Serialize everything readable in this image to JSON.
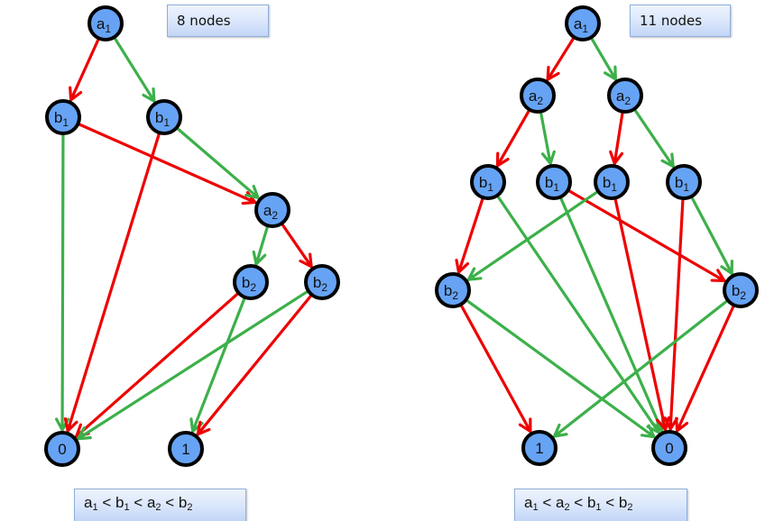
{
  "diagrams": [
    {
      "id": "left",
      "node_count_label": "8 nodes",
      "ordering": [
        {
          "var": "a",
          "sub": "1"
        },
        {
          "var": "b",
          "sub": "1"
        },
        {
          "var": "a",
          "sub": "2"
        },
        {
          "var": "b",
          "sub": "2"
        }
      ],
      "ordering_separator": "<",
      "nodes": [
        {
          "id": "a1",
          "var": "a",
          "sub": "1"
        },
        {
          "id": "b1L",
          "var": "b",
          "sub": "1"
        },
        {
          "id": "b1R",
          "var": "b",
          "sub": "1"
        },
        {
          "id": "a2",
          "var": "a",
          "sub": "2"
        },
        {
          "id": "b2L",
          "var": "b",
          "sub": "2"
        },
        {
          "id": "b2R",
          "var": "b",
          "sub": "2"
        },
        {
          "id": "t0",
          "var": "0",
          "sub": ""
        },
        {
          "id": "t1",
          "var": "1",
          "sub": ""
        }
      ],
      "edges": [
        {
          "from": "a1",
          "to": "b1L",
          "type": "low"
        },
        {
          "from": "a1",
          "to": "b1R",
          "type": "high"
        },
        {
          "from": "b1L",
          "to": "t0",
          "type": "high"
        },
        {
          "from": "b1L",
          "to": "a2",
          "type": "low"
        },
        {
          "from": "b1R",
          "to": "t0",
          "type": "low"
        },
        {
          "from": "b1R",
          "to": "a2",
          "type": "high"
        },
        {
          "from": "a2",
          "to": "b2L",
          "type": "high"
        },
        {
          "from": "a2",
          "to": "b2R",
          "type": "low"
        },
        {
          "from": "b2L",
          "to": "t0",
          "type": "low"
        },
        {
          "from": "b2L",
          "to": "t1",
          "type": "high"
        },
        {
          "from": "b2R",
          "to": "t0",
          "type": "high"
        },
        {
          "from": "b2R",
          "to": "t1",
          "type": "low"
        }
      ]
    },
    {
      "id": "right",
      "node_count_label": "11 nodes",
      "ordering": [
        {
          "var": "a",
          "sub": "1"
        },
        {
          "var": "a",
          "sub": "2"
        },
        {
          "var": "b",
          "sub": "1"
        },
        {
          "var": "b",
          "sub": "2"
        }
      ],
      "ordering_separator": "<",
      "nodes": [
        {
          "id": "a1",
          "var": "a",
          "sub": "1"
        },
        {
          "id": "a2L",
          "var": "a",
          "sub": "2"
        },
        {
          "id": "a2R",
          "var": "a",
          "sub": "2"
        },
        {
          "id": "b1A",
          "var": "b",
          "sub": "1"
        },
        {
          "id": "b1B",
          "var": "b",
          "sub": "1"
        },
        {
          "id": "b1C",
          "var": "b",
          "sub": "1"
        },
        {
          "id": "b1D",
          "var": "b",
          "sub": "1"
        },
        {
          "id": "b2L",
          "var": "b",
          "sub": "2"
        },
        {
          "id": "b2R",
          "var": "b",
          "sub": "2"
        },
        {
          "id": "t1",
          "var": "1",
          "sub": ""
        },
        {
          "id": "t0",
          "var": "0",
          "sub": ""
        }
      ],
      "edges": [
        {
          "from": "a1",
          "to": "a2L",
          "type": "low"
        },
        {
          "from": "a1",
          "to": "a2R",
          "type": "high"
        },
        {
          "from": "a2L",
          "to": "b1A",
          "type": "low"
        },
        {
          "from": "a2L",
          "to": "b1B",
          "type": "high"
        },
        {
          "from": "a2R",
          "to": "b1C",
          "type": "low"
        },
        {
          "from": "a2R",
          "to": "b1D",
          "type": "high"
        },
        {
          "from": "b1A",
          "to": "b2L",
          "type": "low"
        },
        {
          "from": "b1A",
          "to": "t0",
          "type": "high"
        },
        {
          "from": "b1B",
          "to": "t0",
          "type": "high"
        },
        {
          "from": "b1B",
          "to": "b2R",
          "type": "low"
        },
        {
          "from": "b1C",
          "to": "b2L",
          "type": "high"
        },
        {
          "from": "b1C",
          "to": "t0",
          "type": "low"
        },
        {
          "from": "b1D",
          "to": "t0",
          "type": "low"
        },
        {
          "from": "b1D",
          "to": "b2R",
          "type": "high"
        },
        {
          "from": "b2L",
          "to": "t1",
          "type": "low"
        },
        {
          "from": "b2L",
          "to": "t0",
          "type": "high"
        },
        {
          "from": "b2R",
          "to": "t1",
          "type": "high"
        },
        {
          "from": "b2R",
          "to": "t0",
          "type": "low"
        }
      ]
    }
  ],
  "colors": {
    "low_edge": "#ee0000",
    "high_edge": "#3cb04a",
    "node_fill": "#66a3f5",
    "node_stroke": "#000000"
  }
}
